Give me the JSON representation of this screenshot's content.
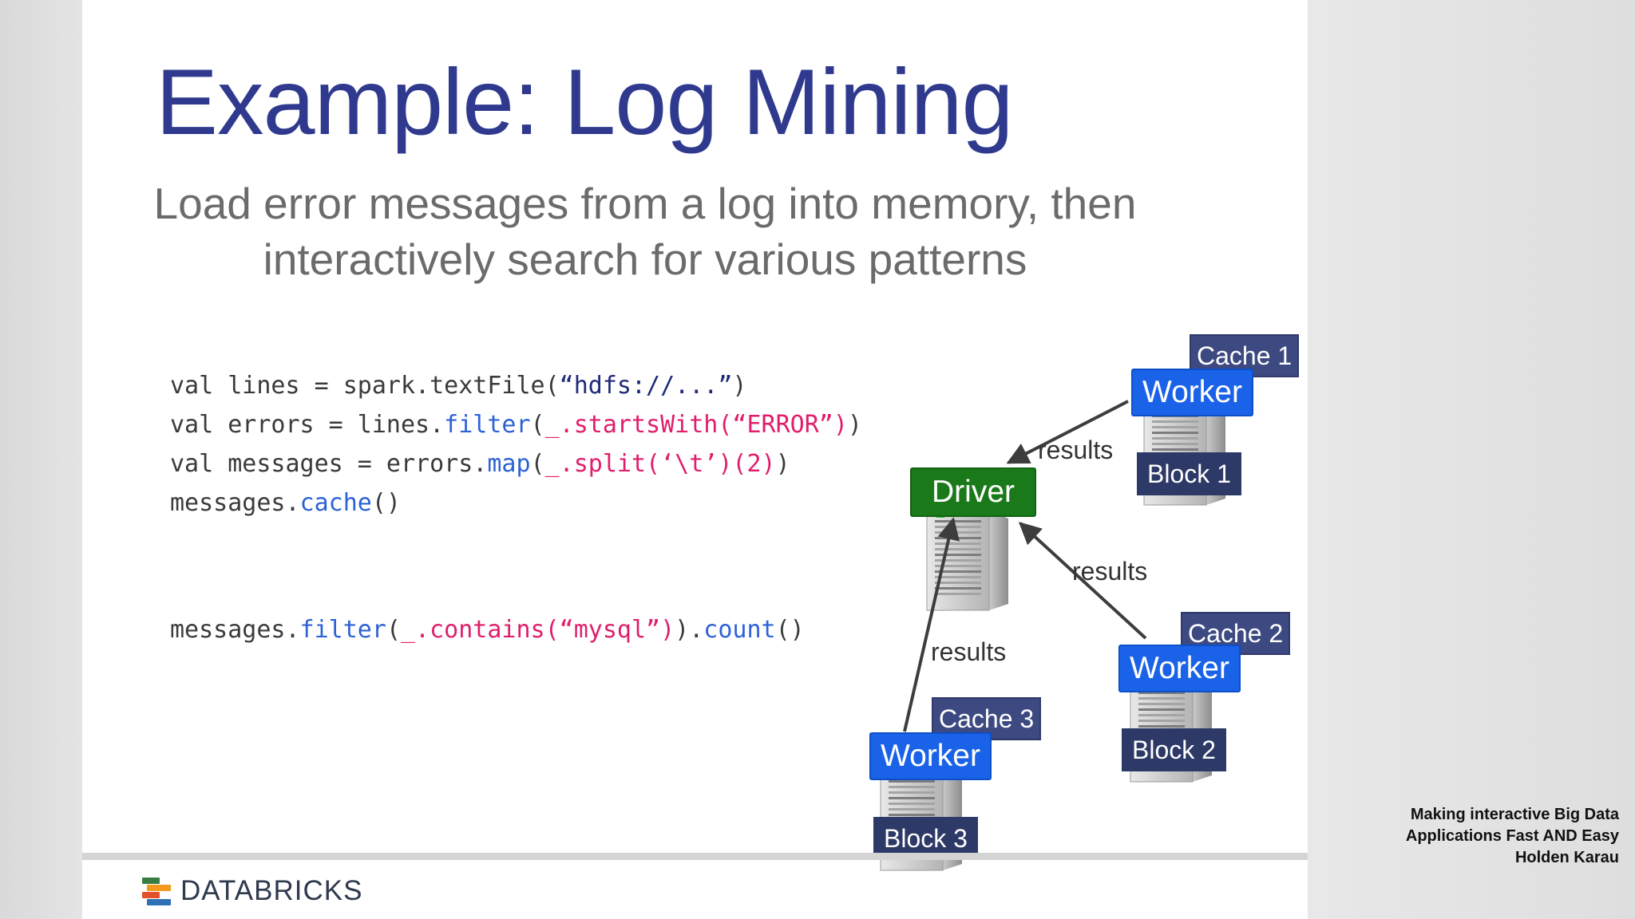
{
  "slide": {
    "title": "Example: Log Mining",
    "subtitle_lines": [
      "Load error messages from a log into memory, then",
      "interactively search for various patterns"
    ],
    "code_block_1": [
      [
        {
          "t": "val lines = spark.textFile(",
          "c": "plain"
        },
        {
          "t": "“hdfs://...”",
          "c": "quote"
        },
        {
          "t": ")",
          "c": "plain"
        }
      ],
      [
        {
          "t": "val errors = lines.",
          "c": "plain"
        },
        {
          "t": "filter",
          "c": "method"
        },
        {
          "t": "(",
          "c": "plain"
        },
        {
          "t": "_.startsWith(“ERROR”)",
          "c": "string"
        },
        {
          "t": ")",
          "c": "plain"
        }
      ],
      [
        {
          "t": "val messages = errors.",
          "c": "plain"
        },
        {
          "t": "map",
          "c": "method"
        },
        {
          "t": "(",
          "c": "plain"
        },
        {
          "t": "_.split(‘\\t’)(2)",
          "c": "string"
        },
        {
          "t": ")",
          "c": "plain"
        }
      ],
      [
        {
          "t": "messages.",
          "c": "plain"
        },
        {
          "t": "cache",
          "c": "method"
        },
        {
          "t": "()",
          "c": "plain"
        }
      ]
    ],
    "code_block_2": [
      [
        {
          "t": "messages.",
          "c": "plain"
        },
        {
          "t": "filter",
          "c": "method"
        },
        {
          "t": "(",
          "c": "plain"
        },
        {
          "t": "_.contains(“mysql”)",
          "c": "string"
        },
        {
          "t": ").",
          "c": "plain"
        },
        {
          "t": "count",
          "c": "method"
        },
        {
          "t": "()",
          "c": "plain"
        }
      ]
    ],
    "logo_text": "DATABRICKS"
  },
  "diagram": {
    "driver_label": "Driver",
    "workers": [
      {
        "worker_label": "Worker",
        "cache_label": "Cache 1",
        "block_label": "Block 1"
      },
      {
        "worker_label": "Worker",
        "cache_label": "Cache 2",
        "block_label": "Block 2"
      },
      {
        "worker_label": "Worker",
        "cache_label": "Cache 3",
        "block_label": "Block 3"
      }
    ],
    "results_label": "results"
  },
  "caption": {
    "lines": [
      "Making interactive Big Data",
      "Applications Fast AND Easy",
      "Holden Karau"
    ]
  },
  "colors": {
    "title": "#2f3a8f",
    "subtitle": "#6b6b6b",
    "code_method": "#2d62d6",
    "code_string": "#e01e6b",
    "code_quote": "#1f2a78",
    "driver": "#1a7a1a",
    "worker": "#1a62e8",
    "cache": "#3d4a82",
    "block": "#2d3966"
  }
}
